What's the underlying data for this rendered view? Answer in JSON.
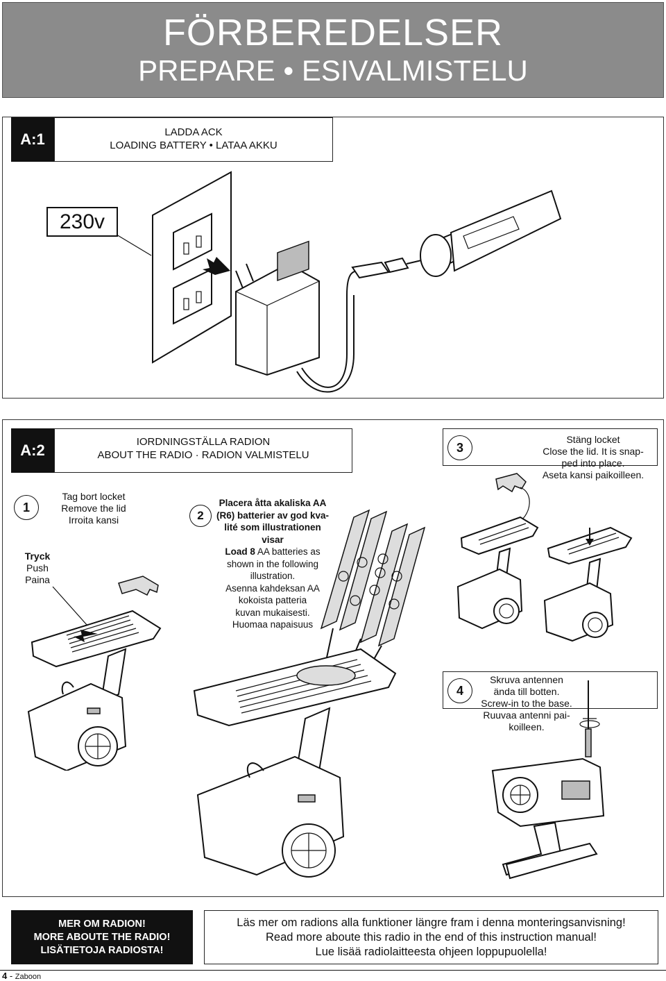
{
  "header": {
    "title_sv": "FÖRBEREDELSER",
    "title_en_fi": "PREPARE • ESIVALMISTELU"
  },
  "section_a1": {
    "label": "A:1",
    "title_sv": "LADDA ACK",
    "title_en_fi": "LOADING  BATTERY • LATAA AKKU",
    "voltage": "230v"
  },
  "section_a2": {
    "label": "A:2",
    "title_sv": "IORDNINGSTÄLLA RADION",
    "title_en_fi": "ABOUT  THE RADIO · RADION VALMISTELU"
  },
  "step1": {
    "number": "1",
    "line1": "Tag bort locket",
    "line2": "Remove the lid",
    "line3": "Irroita kansi",
    "push_sv": "Tryck",
    "push_en": "Push",
    "push_fi": "Paina"
  },
  "step2": {
    "number": "2",
    "sv_l1": "Placera åtta akaliska AA",
    "sv_l2": "(R6) batterier av god kva-",
    "sv_l3": "lité  som illustrationen",
    "sv_l4": "visar",
    "en_bold": "Load 8",
    "en_l1": " AA batteries as",
    "en_l2": "shown in the following",
    "en_l3": "illustration.",
    "fi_l1": "Asenna kahdeksan AA",
    "fi_l2": "kokoista patteria",
    "fi_l3": "kuvan mukaisesti.",
    "fi_l4": "Huomaa napaisuus"
  },
  "step3": {
    "number": "3",
    "line1": "Stäng locket",
    "line2": "Close the lid. It is snap-",
    "line3": "ped into place.",
    "line4": "Aseta kansi paikoilleen."
  },
  "step4": {
    "number": "4",
    "line1": "Skruva antennen",
    "line2": "ända till botten.",
    "line3": "Screw-in to the base.",
    "line4": "Ruuvaa antenni pai-",
    "line5": "koilleen."
  },
  "footer": {
    "box_l1": "MER OM RADION!",
    "box_l2": "MORE ABOUTE THE RADIO!",
    "box_l3": "LISÄTIETOJA RADIOSTA!",
    "info_l1": "Läs mer om radions alla funktioner längre fram i denna monteringsanvisning!",
    "info_l2": "Read more aboute this radio in the end of this instruction manual!",
    "info_l3": "Lue lisää radiolaitteesta ohjeen loppupuolella!",
    "page_num": "4",
    "page_sep": " - ",
    "page_label": "Zaboon"
  }
}
